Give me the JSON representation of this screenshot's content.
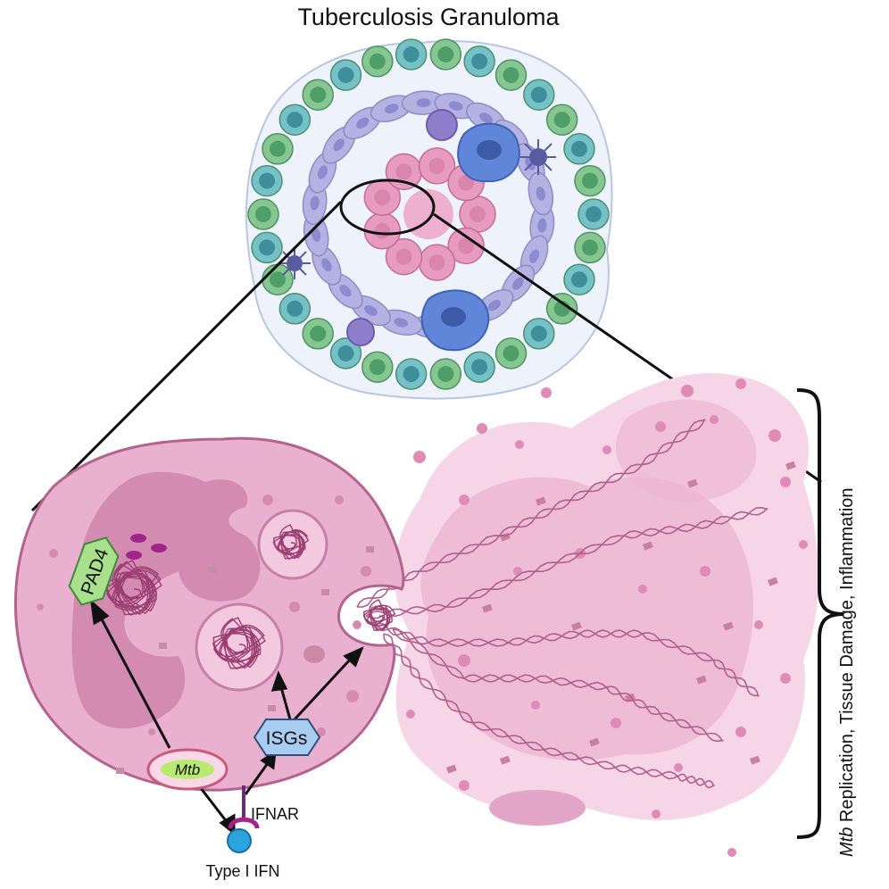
{
  "title": "Tuberculosis Granuloma",
  "labels": {
    "pad4": "PAD4",
    "mtb": "Mtb",
    "isgs": "ISGs",
    "ifnar": "IFNAR",
    "type1ifn": "Type I IFN"
  },
  "outcome": {
    "mtb": "Mtb",
    "rest": " Replication, Tissue Damage, Inflammation"
  },
  "colors": {
    "cell_fill": "#eab0cf",
    "cell_stroke": "#b2648f",
    "nucleus": "#d48bb2",
    "net_dark": "#edb7d2",
    "net_light": "#f6d6e6",
    "dna": "#b0608a",
    "lymph_green": "#86c78f",
    "lymph_teal": "#74c2c7",
    "macrophage": "#b3b2e2",
    "pad4_fill": "#a8e08c",
    "isg_fill": "#a9cdf1",
    "ifn_blue": "#2aa3df",
    "ifnar_purple": "#6a2a7e"
  }
}
